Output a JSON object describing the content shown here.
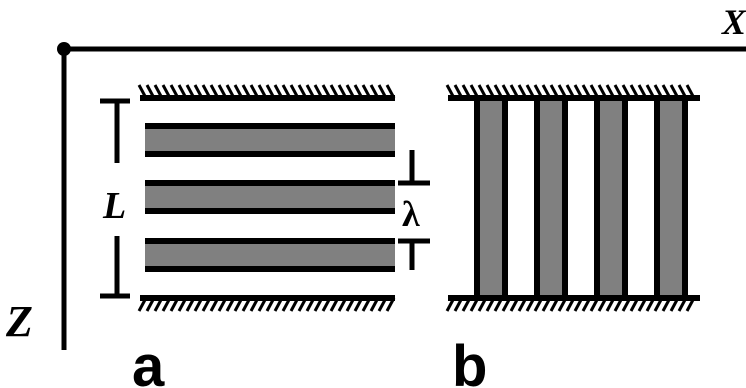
{
  "axes": {
    "x_label": "X",
    "z_label": "Z"
  },
  "panels": [
    {
      "id": "a",
      "label": "a",
      "length_label": "L",
      "period_label": "λ"
    },
    {
      "id": "b",
      "label": "b"
    }
  ],
  "colors": {
    "ink": "#000000",
    "stripe_fill": "#808080",
    "background": "#ffffff"
  }
}
